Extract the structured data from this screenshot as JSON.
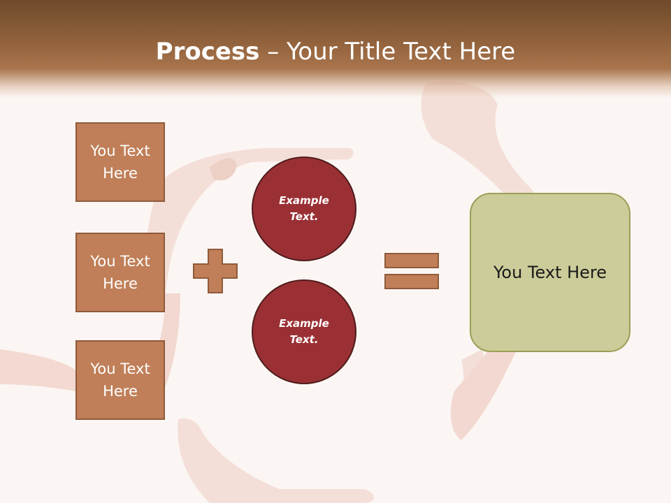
{
  "title": {
    "strong": "Process",
    "separator": " – ",
    "rest": "Your Title Text Here"
  },
  "inputs": [
    {
      "label": "You Text Here"
    },
    {
      "label": "You Text Here"
    },
    {
      "label": "You Text Here"
    }
  ],
  "circles": [
    {
      "label": "Example Text."
    },
    {
      "label": "Example Text."
    }
  ],
  "result": {
    "label": "You Text Here"
  },
  "colors": {
    "header": "#8b5d38",
    "box_fill": "#c07f58",
    "box_border": "#8f5a3c",
    "circle_fill": "#9a3034",
    "result_fill": "#cccc9a",
    "result_border": "#9a9e55"
  }
}
